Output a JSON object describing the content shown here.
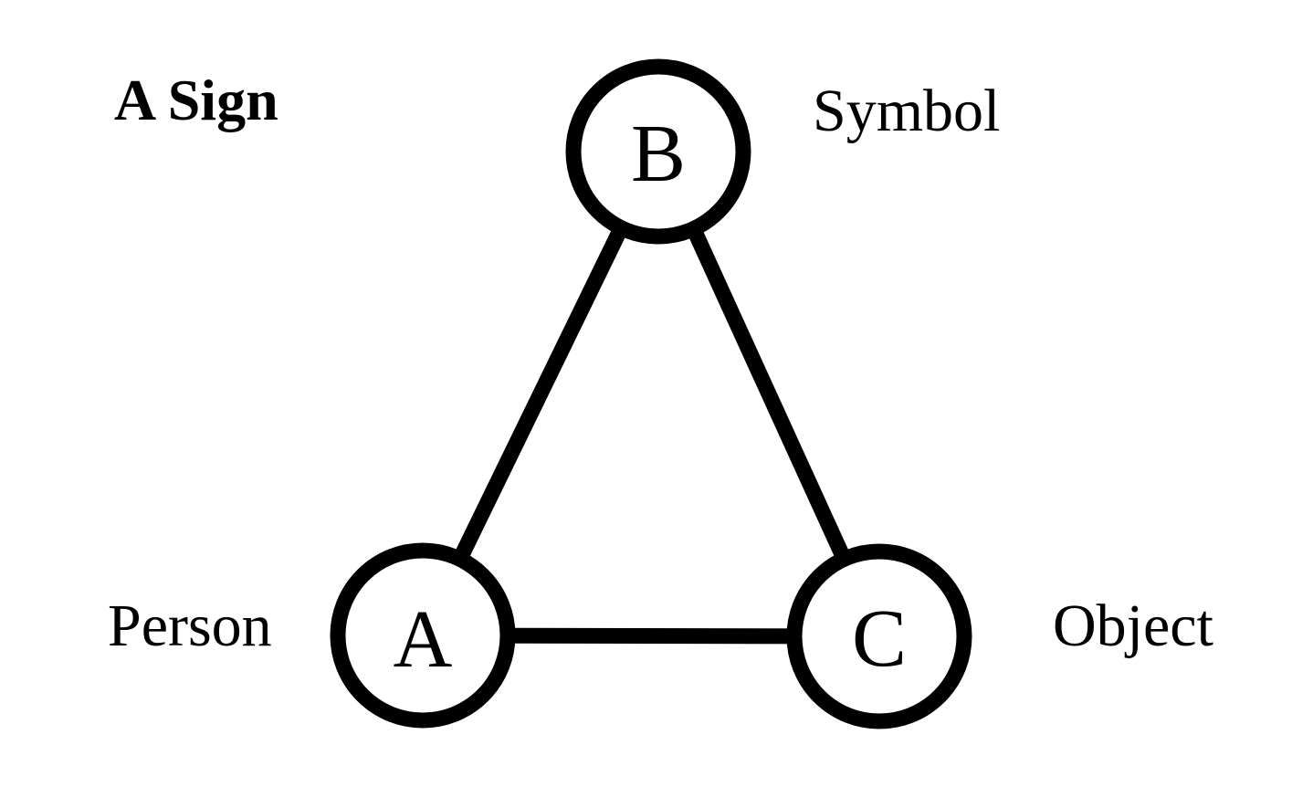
{
  "title": "A Sign",
  "colors": {
    "ink": "#000000",
    "background": "#ffffff"
  },
  "diagram": {
    "type": "semiotic-triangle",
    "nodes": [
      {
        "id": "A",
        "letter": "A",
        "annotation": "Person",
        "position": "bottom-left"
      },
      {
        "id": "B",
        "letter": "B",
        "annotation": "Symbol",
        "position": "top"
      },
      {
        "id": "C",
        "letter": "C",
        "annotation": "Object",
        "position": "bottom-right"
      }
    ],
    "edges": [
      {
        "from": "A",
        "to": "B"
      },
      {
        "from": "B",
        "to": "C"
      },
      {
        "from": "A",
        "to": "C"
      }
    ]
  }
}
